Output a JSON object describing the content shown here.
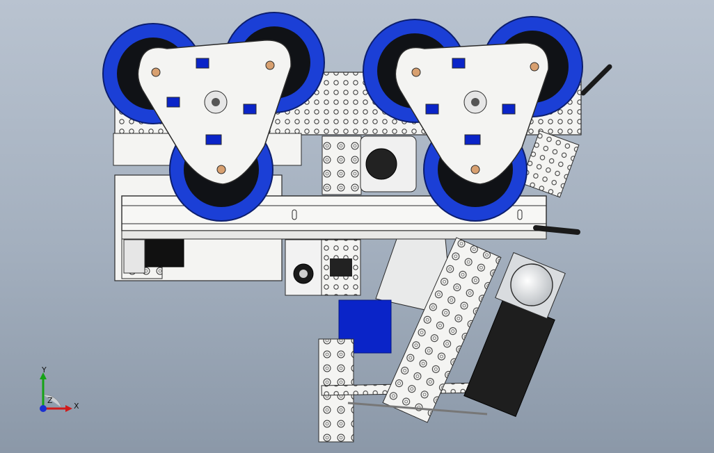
{
  "viewport": {
    "background_top": "#b9c3d0",
    "background_bottom": "#8b98a8"
  },
  "colors": {
    "tread_blue": "#1b3fd6",
    "wheel_black": "#101216",
    "plate_white": "#f4f4f2",
    "outline": "#2a2a2a",
    "accent_blue": "#0a24c8",
    "motor_grey": "#cfd2d4",
    "cable_black": "#1a1a1a"
  },
  "triad": {
    "x_label": "X",
    "y_label": "Y",
    "z_label": "Z",
    "x_color": "#d11a1a",
    "y_color": "#15a315",
    "z_color": "#1a2fd1"
  },
  "parts": {
    "left_track_module": "left-track-module",
    "right_track_module": "right-track-module",
    "c_channel": "c-channel",
    "motor": "motor",
    "arm_linkage": "arm-linkage",
    "blue_block": "blue-block"
  }
}
